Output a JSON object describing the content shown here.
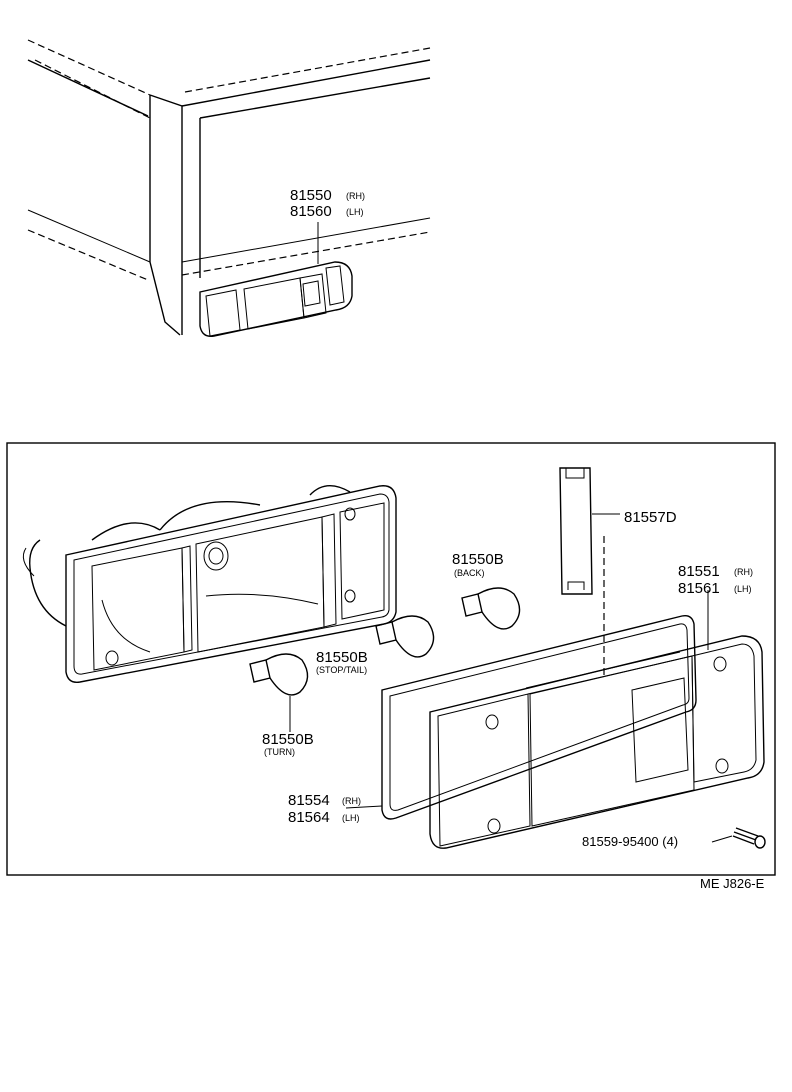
{
  "callouts": {
    "top_rh_part": "81550",
    "top_rh_side": "(RH)",
    "top_lh_part": "81560",
    "top_lh_side": "(LH)",
    "cover_part": "81557D",
    "bulb_back_part": "81550B",
    "bulb_back_note": "(BACK)",
    "bulb_stop_part": "81550B",
    "bulb_stop_note": "(STOP/TAIL)",
    "bulb_turn_part": "81550B",
    "bulb_turn_note": "(TURN)",
    "lens_rh_part": "81551",
    "lens_rh_side": "(RH)",
    "lens_lh_part": "81561",
    "lens_lh_side": "(LH)",
    "gasket_rh_part": "81554",
    "gasket_rh_side": "(RH)",
    "gasket_lh_part": "81564",
    "gasket_lh_side": "(LH)",
    "screw_part": "81559-95400 (4)"
  },
  "diagram_code": "ME J826-E"
}
